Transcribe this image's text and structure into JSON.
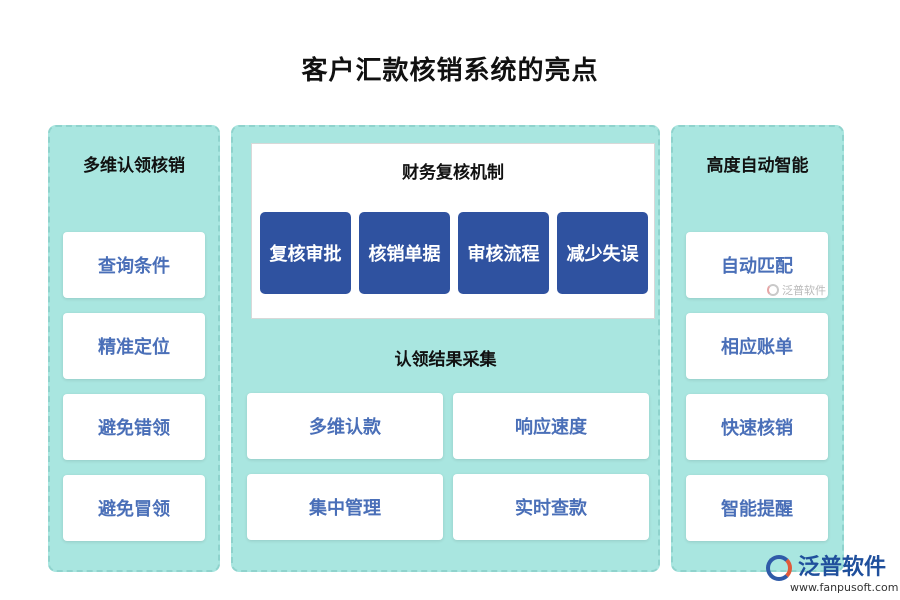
{
  "title": "客户汇款核销系统的亮点",
  "left": {
    "title": "多维认领核销",
    "items": [
      "查询条件",
      "精准定位",
      "避免错领",
      "避免冒领"
    ]
  },
  "middle": {
    "top_title": "财务复核机制",
    "top_items": [
      "复核审批",
      "核销单据",
      "审核流程",
      "减少失误"
    ],
    "bottom_title": "认领结果采集",
    "bottom_items": [
      "多维认款",
      "响应速度",
      "集中管理",
      "实时查款"
    ]
  },
  "right": {
    "title": "高度自动智能",
    "items": [
      "自动匹配",
      "相应账单",
      "快速核销",
      "智能提醒"
    ]
  },
  "watermark": {
    "small_text": "泛普软件"
  },
  "logo": {
    "name": "泛普软件",
    "url": "www.fanpusoft.com"
  }
}
